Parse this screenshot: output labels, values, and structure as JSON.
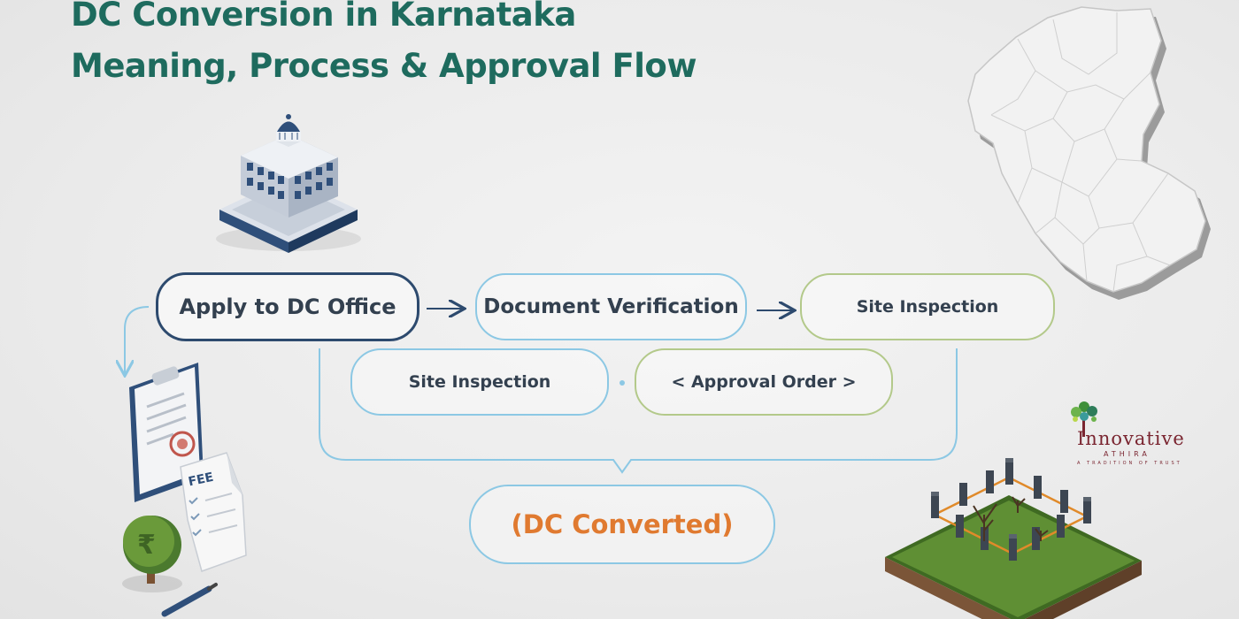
{
  "title": {
    "line1": "DC Conversion in Karnataka",
    "line2": "Meaning, Process & Approval Flow"
  },
  "flow": {
    "apply": "Apply to DC Office",
    "document_verification": "Document Verification",
    "site_inspection_1": "Site Inspection",
    "site_inspection_2": "Site Inspection",
    "approval_order": "< Approval Order >",
    "dc_converted": "(DC Converted)"
  },
  "illustrations": {
    "fee_label": "FEE"
  },
  "logo": {
    "name": "Innovative",
    "sub": "ATHIRA",
    "tagline": "A TRADITION OF TRUST"
  },
  "icons": [
    "government-building-icon",
    "karnataka-map-icon",
    "clipboard-document-icon",
    "fee-receipt-icon",
    "rupee-tree-icon",
    "pen-icon",
    "land-plot-icon",
    "logo-tree-icon"
  ],
  "colors": {
    "title": "#1e6b5e",
    "primary_border": "#2d4a6e",
    "blue_border": "#8cc8e4",
    "green_border": "#b3c98a",
    "result_text": "#e07a30",
    "logo": "#7a2530"
  }
}
